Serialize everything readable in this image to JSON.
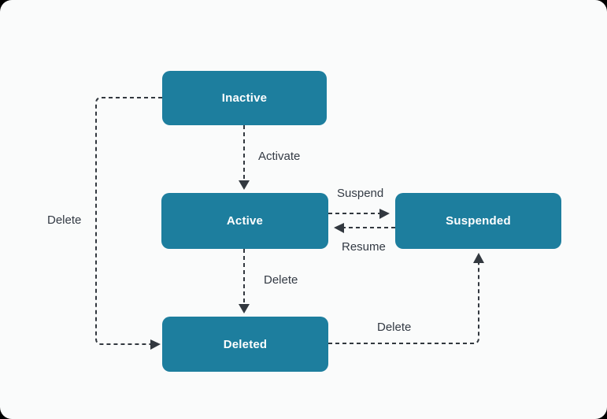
{
  "diagram": {
    "type": "state-diagram",
    "colors": {
      "canvas_background": "#fafbfb",
      "node_fill": "#1d7e9e",
      "node_text": "#ffffff",
      "edge_stroke": "#32383f",
      "edge_label_text": "#333a44"
    },
    "nodes": [
      {
        "id": "inactive",
        "label": "Inactive"
      },
      {
        "id": "active",
        "label": "Active"
      },
      {
        "id": "suspended",
        "label": "Suspended"
      },
      {
        "id": "deleted",
        "label": "Deleted"
      }
    ],
    "edges": [
      {
        "from": "inactive",
        "to": "active",
        "label": "Activate",
        "style": "dashed"
      },
      {
        "from": "active",
        "to": "suspended",
        "label": "Suspend",
        "style": "dashed"
      },
      {
        "from": "suspended",
        "to": "active",
        "label": "Resume",
        "style": "dashed"
      },
      {
        "from": "active",
        "to": "deleted",
        "label": "Delete",
        "style": "dashed"
      },
      {
        "from": "inactive",
        "to": "deleted",
        "label": "Delete",
        "style": "dashed"
      },
      {
        "from": "deleted",
        "to": "suspended",
        "label": "Delete",
        "style": "dashed"
      }
    ]
  }
}
